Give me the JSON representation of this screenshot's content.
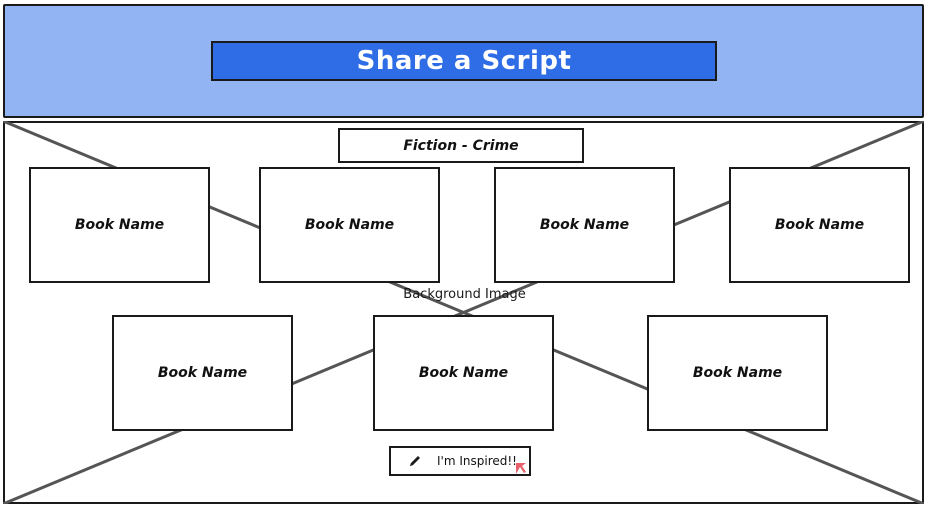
{
  "header": {
    "title": "Share a Script"
  },
  "content": {
    "genre": "Fiction - Crime",
    "background_label": "Background Image",
    "books": [
      {
        "label": "Book Name"
      },
      {
        "label": "Book Name"
      },
      {
        "label": "Book Name"
      },
      {
        "label": "Book Name"
      },
      {
        "label": "Book Name"
      },
      {
        "label": "Book Name"
      },
      {
        "label": "Book Name"
      }
    ],
    "inspired_button": {
      "label": "I'm Inspired!!",
      "icon": "pencil-icon"
    }
  },
  "colors": {
    "header_bg": "#93b4f2",
    "title_bg": "#2f6de6",
    "title_text": "#ffffff",
    "line": "#555555",
    "cursor": "#e8606a"
  }
}
